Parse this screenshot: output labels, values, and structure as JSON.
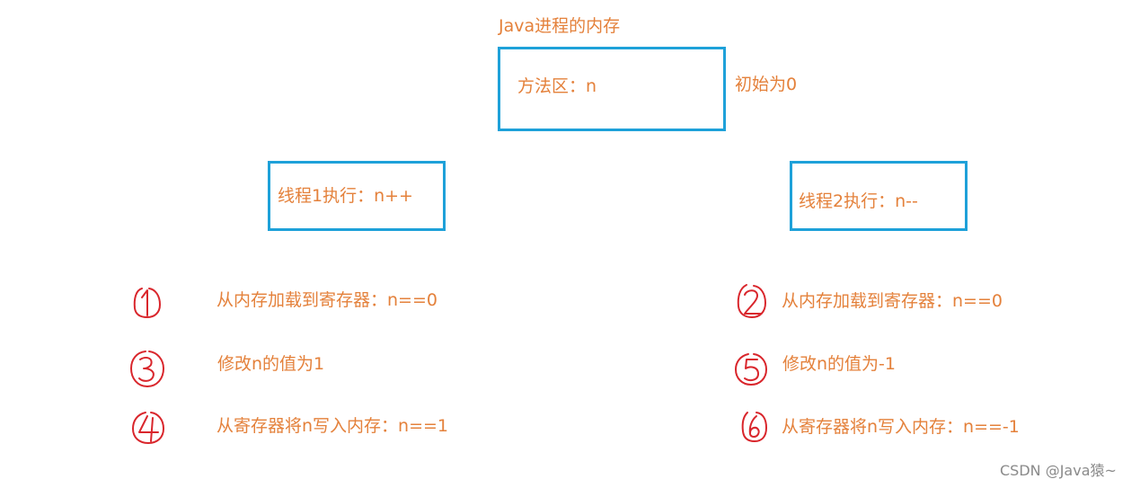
{
  "process_title": "Java进程的内存",
  "method_area": {
    "label": "方法区：n",
    "note": "初始为0"
  },
  "thread1": {
    "label": "线程1执行：n++",
    "steps": [
      {
        "marker": "1",
        "text": "从内存加载到寄存器：n==0"
      },
      {
        "marker": "3",
        "text": "修改n的值为1"
      },
      {
        "marker": "4",
        "text": "从寄存器将n写入内存：n==1"
      }
    ]
  },
  "thread2": {
    "label": "线程2执行：n--",
    "steps": [
      {
        "marker": "2",
        "text": "从内存加载到寄存器：n==0"
      },
      {
        "marker": "5",
        "text": "修改n的值为-1"
      },
      {
        "marker": "6",
        "text": "从寄存器将n写入内存：n==-1"
      }
    ]
  },
  "watermark": "CSDN @Java猿~",
  "colors": {
    "text": "#e4813b",
    "box_border": "#1ea1d9",
    "marker": "#d9262c"
  }
}
